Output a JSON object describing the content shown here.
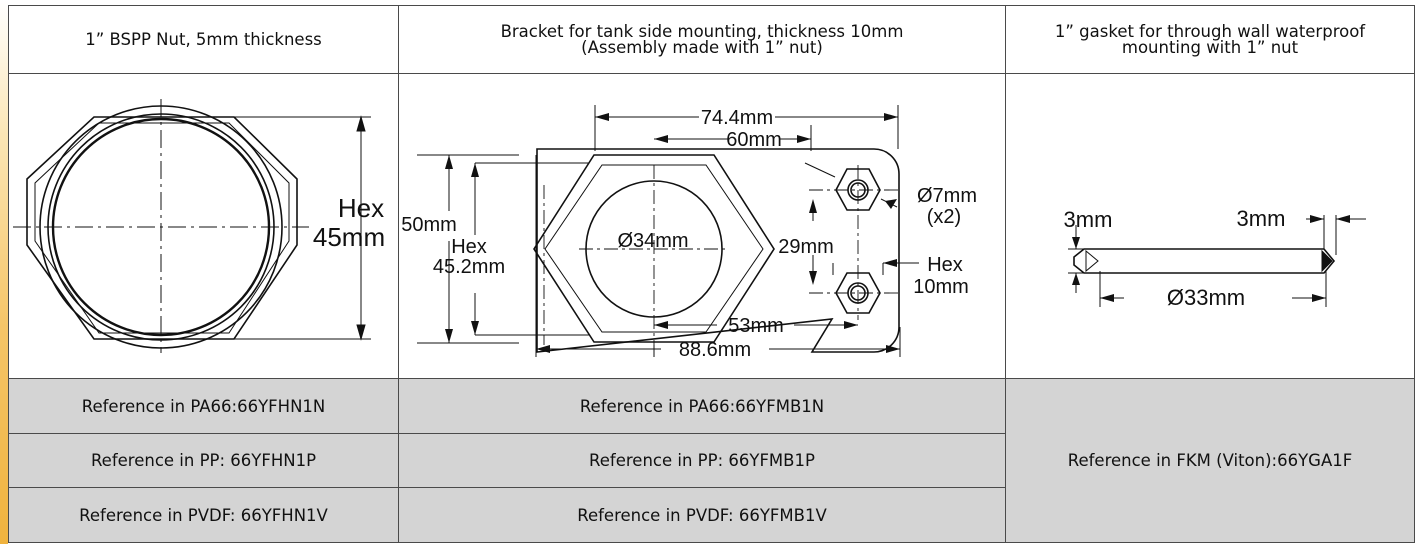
{
  "headers": {
    "nut": "1” BSPP Nut, 5mm thickness",
    "bracket_line1": "Bracket for tank side mounting, thickness 10mm",
    "bracket_line2": "(Assembly made with 1” nut)",
    "gasket_line1": "1” gasket for through wall waterproof",
    "gasket_line2": "mounting with 1” nut"
  },
  "nut_drawing": {
    "hex_label": "Hex",
    "hex_value": "45mm"
  },
  "bracket_drawing": {
    "overall_top": "74.4mm",
    "inner_top": "60mm",
    "height": "50mm",
    "hex_label": "Hex",
    "hex_value": "45.2mm",
    "bore": "Ø34mm",
    "hole_dia": "Ø7mm",
    "hole_count": "(x2)",
    "hole_spacing": "29mm",
    "small_hex_label": "Hex",
    "small_hex_value": "10mm",
    "center_to_hole": "53mm",
    "overall_length": "88.6mm"
  },
  "gasket_drawing": {
    "thickness_left": "3mm",
    "thickness_right": "3mm",
    "diameter": "Ø33mm"
  },
  "references": {
    "nut": [
      "Reference in PA66:66YFHN1N",
      "Reference in PP: 66YFHN1P",
      "Reference in PVDF: 66YFHN1V"
    ],
    "bracket": [
      "Reference in PA66:66YFMB1N",
      "Reference in PP: 66YFMB1P",
      "Reference in PVDF: 66YFMB1V"
    ],
    "gasket": "Reference in FKM (Viton):66YGA1F"
  }
}
